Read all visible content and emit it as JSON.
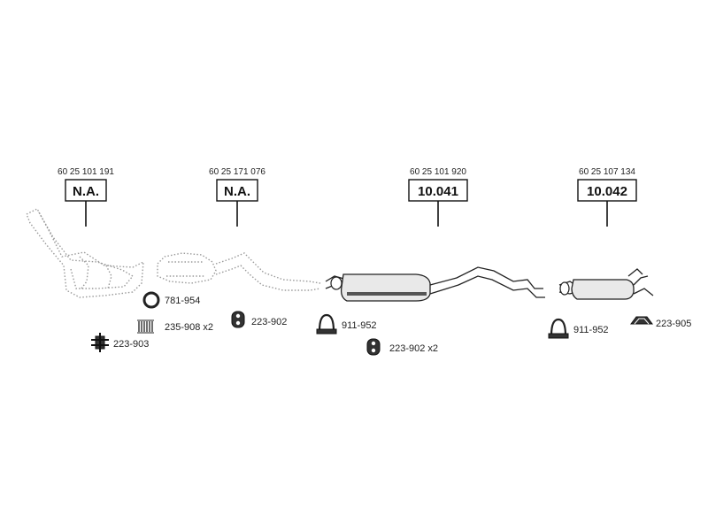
{
  "sections": [
    {
      "oem": "60 25 101 191",
      "code": "N.A."
    },
    {
      "oem": "60 25 171 076",
      "code": "N.A."
    },
    {
      "oem": "60 25 101 920",
      "code": "10.041"
    },
    {
      "oem": "60 25 107 134",
      "code": "10.042"
    }
  ],
  "parts": [
    {
      "label": "781-954",
      "icon": "gasket-ring-icon"
    },
    {
      "label": "235-908 x2",
      "icon": "spring-icon"
    },
    {
      "label": "223-902",
      "icon": "rubber-mount-icon"
    },
    {
      "label": "223-903",
      "icon": "hanger-bracket-icon"
    },
    {
      "label": "911-952",
      "icon": "u-clamp-icon"
    },
    {
      "label": "223-902 x2",
      "icon": "rubber-mount-icon"
    },
    {
      "label": "911-952",
      "icon": "u-clamp-icon"
    },
    {
      "label": "223-905",
      "icon": "strap-mount-icon"
    }
  ]
}
